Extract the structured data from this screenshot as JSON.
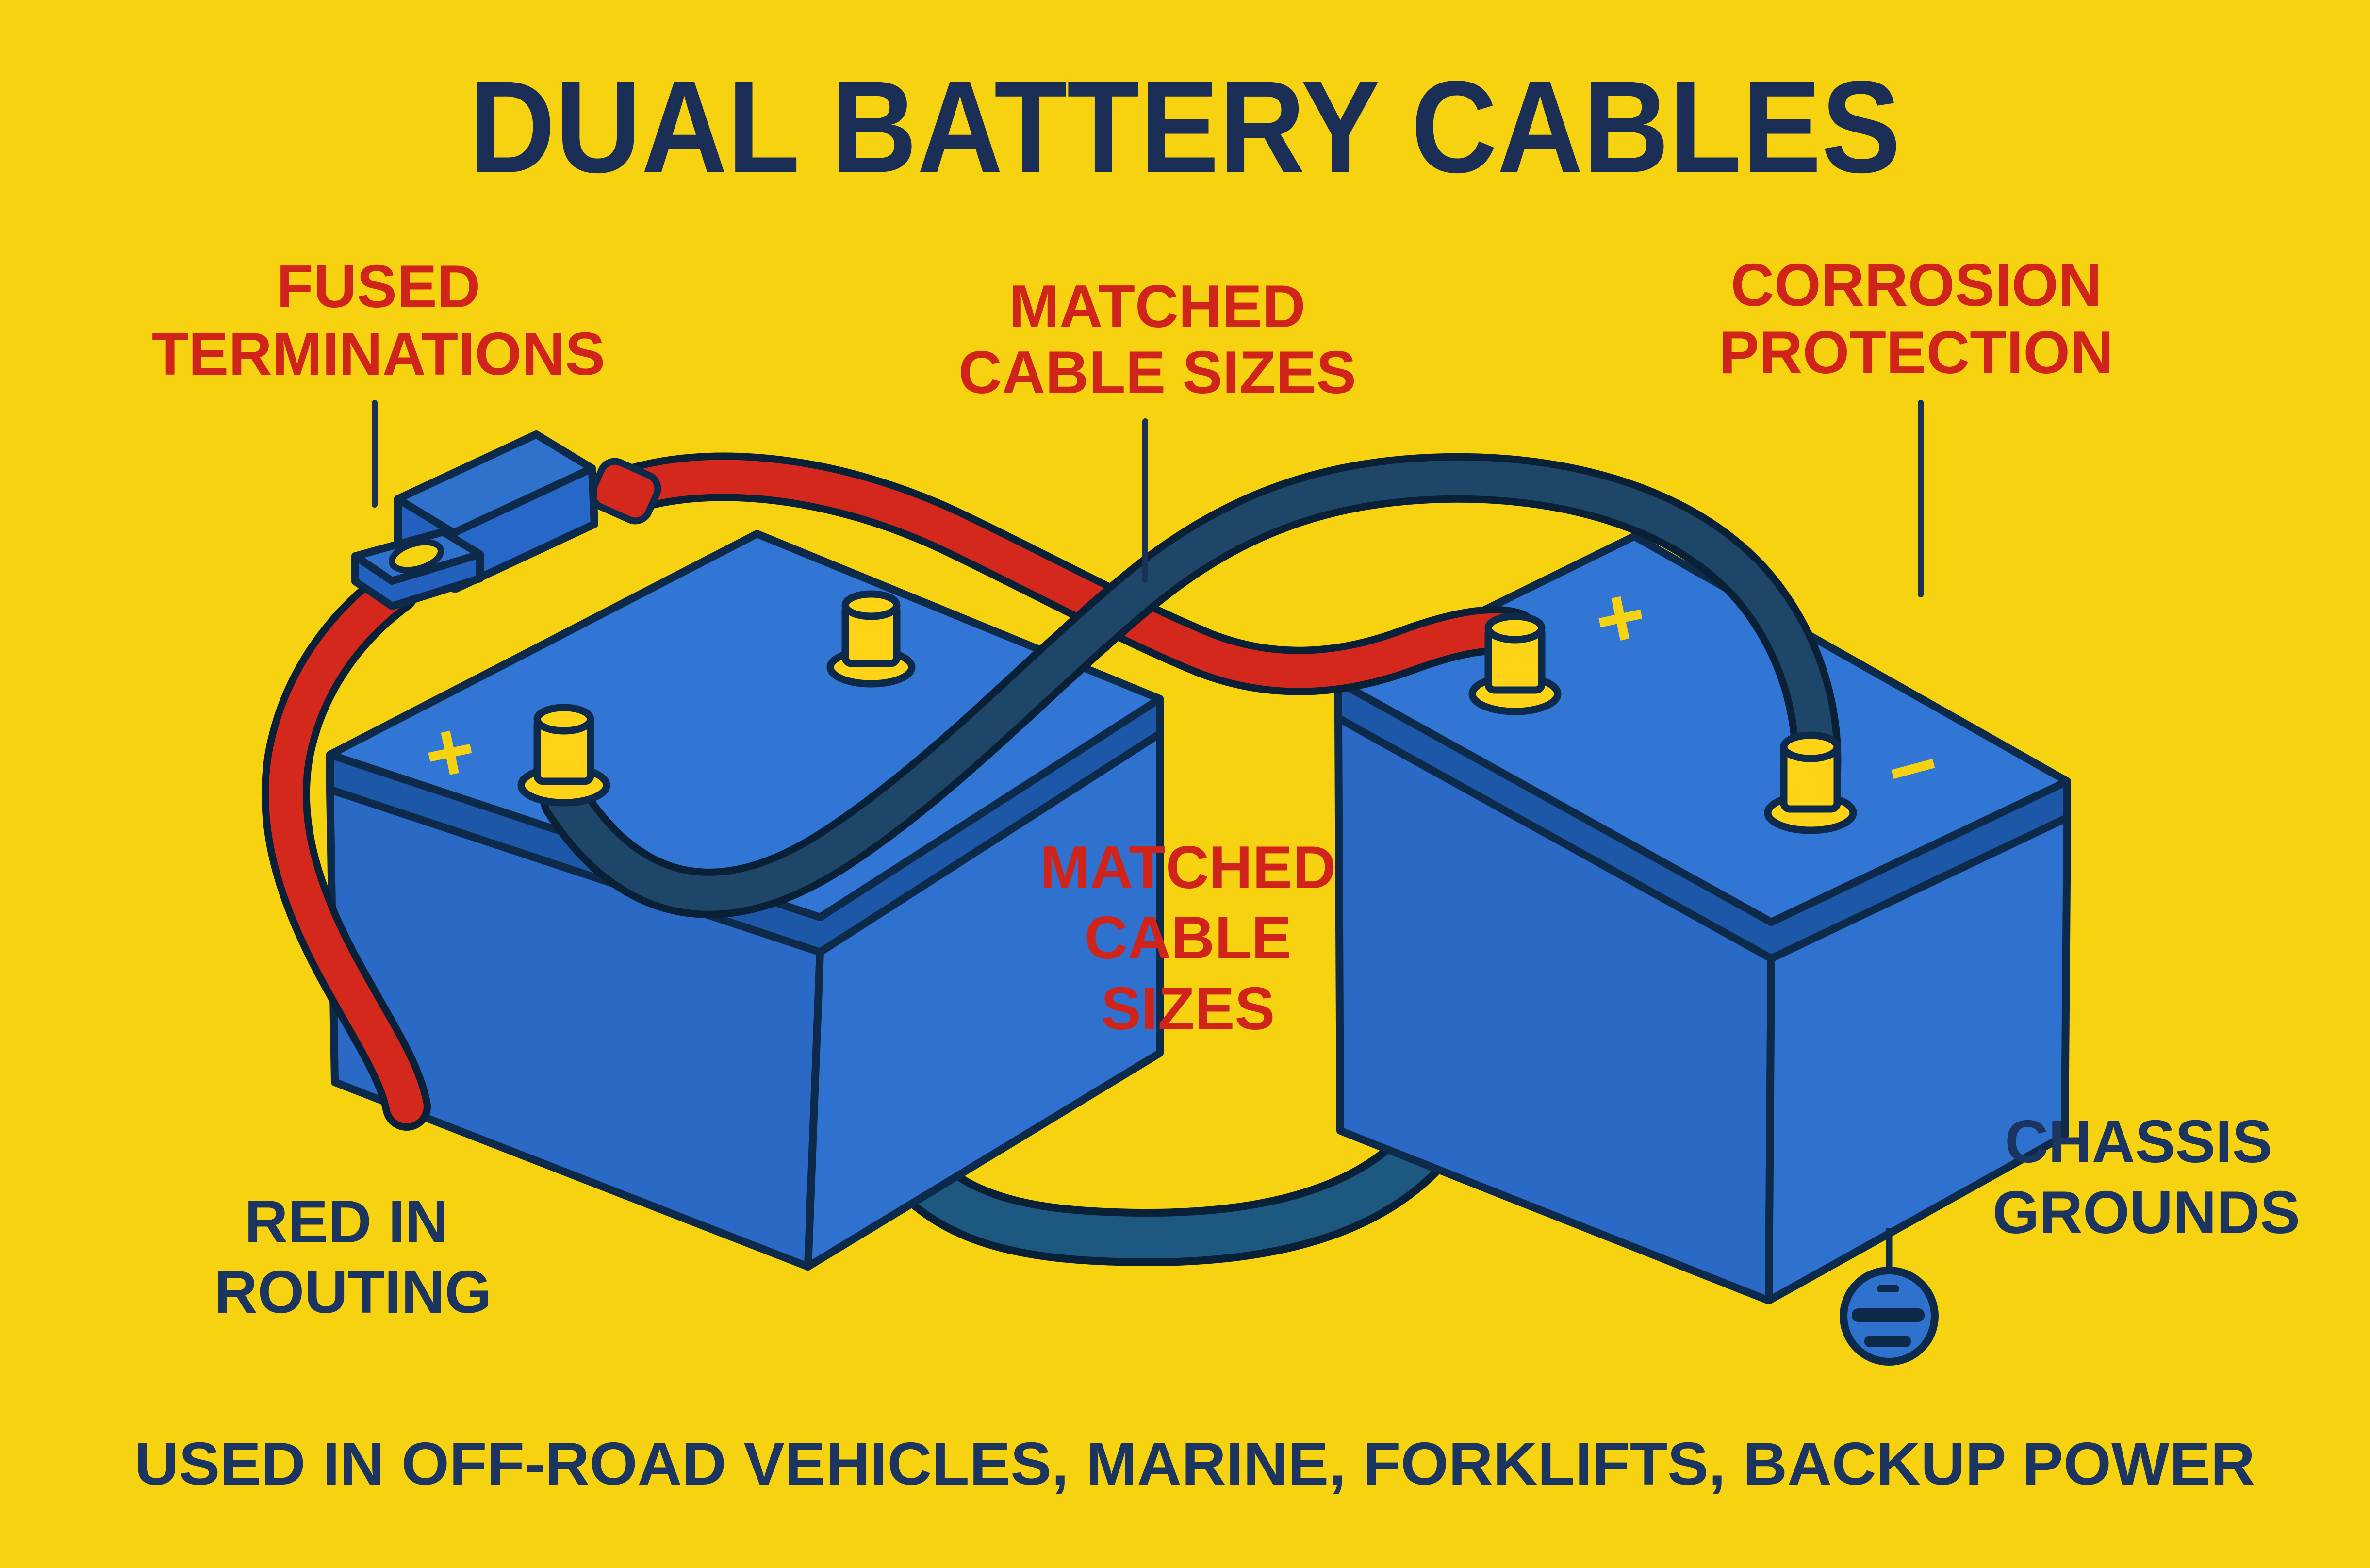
{
  "title": "DUAL BATTERY CABLES",
  "callouts": {
    "fused_terminations": {
      "line1": "FUSED",
      "line2": "TERMINATIONS"
    },
    "matched_cable_sizes_top": {
      "line1": "MATCHED",
      "line2": "CABLE SIZES"
    },
    "corrosion_protection": {
      "line1": "CORROSION",
      "line2": "PROTECTION"
    },
    "matched_cable_sizes_center": {
      "line1": "MATCHED",
      "line2": "CABLE",
      "line3": "SIZES"
    },
    "red_in_routing": {
      "line1": "RED IN",
      "line2": "ROUTING"
    },
    "chassis_grounds": {
      "line1": "CHASSIS",
      "line2": "GROUNDS"
    }
  },
  "battery_marks": {
    "left_positive": "+",
    "right_positive": "+",
    "right_negative": "−"
  },
  "footer": "USED IN OFF-ROAD VEHICLES, MARINE, FORKLIFTS, BACKUP POWER",
  "colors": {
    "background": "#F7D211",
    "title_navy": "#1B2F56",
    "label_red": "#D0241A",
    "label_navy": "#1B3560",
    "battery_top": "#3176D4",
    "battery_left_face": "#2A69C6",
    "battery_right_face": "#2E71CE",
    "battery_lid_band": "#1D57A8",
    "outline_navy": "#0E2A4A",
    "cable_red": "#D5281C",
    "cable_negative_navy": "#1E4668",
    "cable_ground_link": "#1D5880",
    "terminal_yellow": "#FFD316"
  }
}
